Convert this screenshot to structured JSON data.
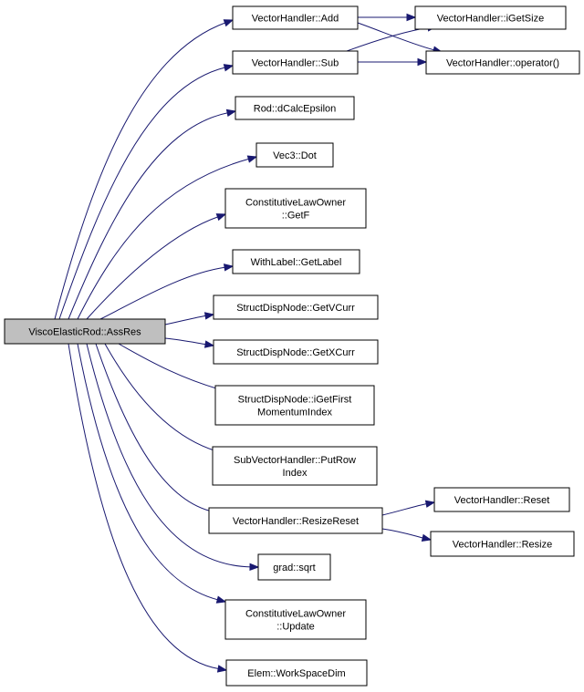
{
  "graph": {
    "edge_color": "#191970",
    "root_fill": "#bfbfbf",
    "node_fill": "#ffffff",
    "nodes": [
      {
        "id": "root",
        "label": [
          "ViscoElasticRod::AssRes"
        ]
      },
      {
        "id": "add",
        "label": [
          "VectorHandler::Add"
        ]
      },
      {
        "id": "sub",
        "label": [
          "VectorHandler::Sub"
        ]
      },
      {
        "id": "igetsize",
        "label": [
          "VectorHandler::iGetSize"
        ]
      },
      {
        "id": "operator",
        "label": [
          "VectorHandler::operator()"
        ]
      },
      {
        "id": "dcalceps",
        "label": [
          "Rod::dCalcEpsilon"
        ]
      },
      {
        "id": "dot",
        "label": [
          "Vec3::Dot"
        ]
      },
      {
        "id": "getf",
        "label": [
          "ConstitutiveLawOwner",
          "::GetF"
        ]
      },
      {
        "id": "getlabel",
        "label": [
          "WithLabel::GetLabel"
        ]
      },
      {
        "id": "getvcurr",
        "label": [
          "StructDispNode::GetVCurr"
        ]
      },
      {
        "id": "getxcurr",
        "label": [
          "StructDispNode::GetXCurr"
        ]
      },
      {
        "id": "igetfirst",
        "label": [
          "StructDispNode::iGetFirst",
          "MomentumIndex"
        ]
      },
      {
        "id": "putrow",
        "label": [
          "SubVectorHandler::PutRow",
          "Index"
        ]
      },
      {
        "id": "resizereset",
        "label": [
          "VectorHandler::ResizeReset"
        ]
      },
      {
        "id": "reset",
        "label": [
          "VectorHandler::Reset"
        ]
      },
      {
        "id": "resize",
        "label": [
          "VectorHandler::Resize"
        ]
      },
      {
        "id": "sqrt",
        "label": [
          "grad::sqrt"
        ]
      },
      {
        "id": "update",
        "label": [
          "ConstitutiveLawOwner",
          "::Update"
        ]
      },
      {
        "id": "workspace",
        "label": [
          "Elem::WorkSpaceDim"
        ]
      }
    ],
    "edges": [
      [
        "root",
        "add"
      ],
      [
        "root",
        "sub"
      ],
      [
        "root",
        "dcalceps"
      ],
      [
        "root",
        "dot"
      ],
      [
        "root",
        "getf"
      ],
      [
        "root",
        "getlabel"
      ],
      [
        "root",
        "getvcurr"
      ],
      [
        "root",
        "getxcurr"
      ],
      [
        "root",
        "igetfirst"
      ],
      [
        "root",
        "putrow"
      ],
      [
        "root",
        "resizereset"
      ],
      [
        "root",
        "sqrt"
      ],
      [
        "root",
        "update"
      ],
      [
        "root",
        "workspace"
      ],
      [
        "add",
        "igetsize"
      ],
      [
        "add",
        "operator"
      ],
      [
        "sub",
        "igetsize"
      ],
      [
        "sub",
        "operator"
      ],
      [
        "resizereset",
        "reset"
      ],
      [
        "resizereset",
        "resize"
      ]
    ]
  }
}
